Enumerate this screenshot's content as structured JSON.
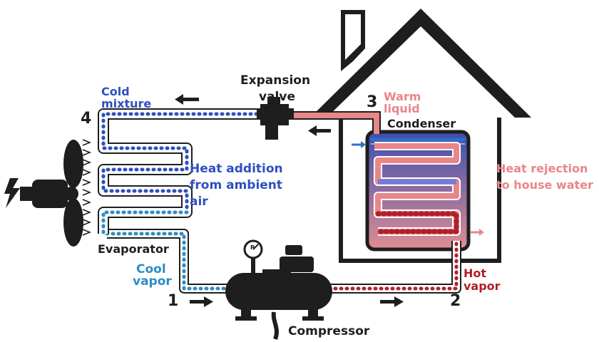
{
  "labels": {
    "expansion_valve_line1": "Expansion",
    "expansion_valve_line2": "valve",
    "cold_mixture_line1": "Cold",
    "cold_mixture_line2": "mixture",
    "warm_liquid_line1": "Warm",
    "warm_liquid_line2": "liquid",
    "condenser": "Condenser",
    "heat_addition_line1": "Heat addition",
    "heat_addition_line2": "from ambient",
    "heat_addition_line3": "air",
    "heat_rejection_line1": "Heat rejection",
    "heat_rejection_line2": "to house water",
    "evaporator": "Evaporator",
    "cool_vapor_line1": "Cool",
    "cool_vapor_line2": "vapor",
    "hot_vapor_line1": "Hot",
    "hot_vapor_line2": "vapor",
    "compressor": "Compressor",
    "gauge_letter": "P"
  },
  "steps": {
    "s1": "1",
    "s2": "2",
    "s3": "3",
    "s4": "4"
  },
  "colors": {
    "cold": "#2f4fbf",
    "cool": "#2d8cc4",
    "warm": "#e98688",
    "hot": "#b02028",
    "dark": "#1e1e1e"
  },
  "icons": [
    "house-outline-icon",
    "fan-icon",
    "electric-bolt-icon",
    "pressure-gauge-icon",
    "compressor-icon",
    "expansion-valve-icon",
    "flow-arrow-icon"
  ]
}
